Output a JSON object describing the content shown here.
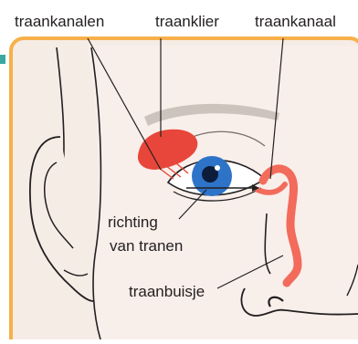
{
  "labels": {
    "tear_ducts": "traankanalen",
    "tear_gland": "traanklier",
    "tear_canal": "traankanaal",
    "direction_line1": "richting",
    "direction_line2": "van tranen",
    "tear_tube": "traanbuisje"
  },
  "colors": {
    "frame": "#f7b04a",
    "skin": "#f6ece6",
    "outline": "#231f20",
    "gland": "#e8463a",
    "iris": "#2d74c8",
    "pupil": "#0d1c3a",
    "brow": "#ccc3bd",
    "left_margin_mark": "#3aa8a0"
  }
}
